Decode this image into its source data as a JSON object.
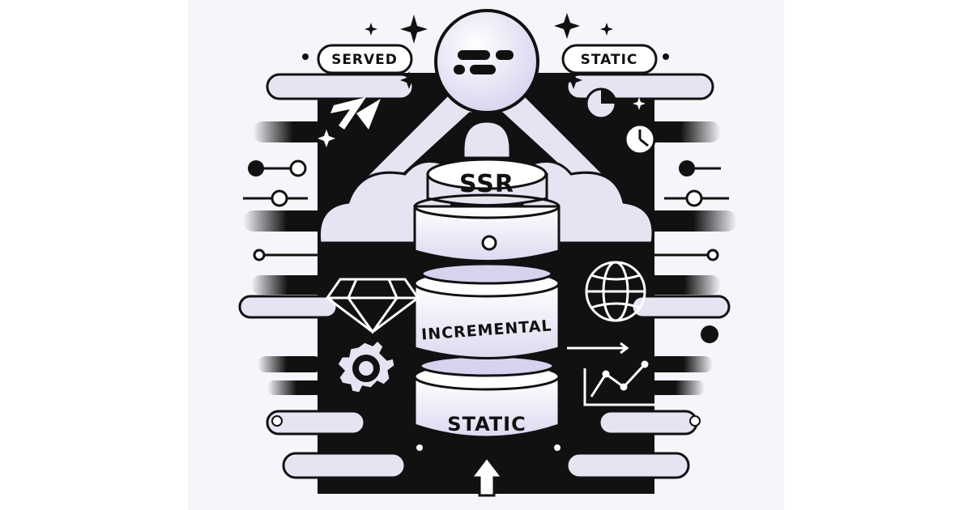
{
  "labels": {
    "served": "SERVED",
    "static_pill": "STATIC",
    "ssr": "SSR",
    "incremental": "INCREMENTAL",
    "static_base": "STATIC"
  },
  "colors": {
    "ink": "#111111",
    "lavender": "#e6e4f3",
    "paper": "#ffffff",
    "accent_blue": "#c9c6e6"
  },
  "icons": [
    "sparkle-icon",
    "code-icon",
    "lightning-logo-icon",
    "pie-chart-icon",
    "clock-icon",
    "diamond-icon",
    "globe-icon",
    "gear-icon",
    "line-chart-icon",
    "upload-arrow-icon",
    "cloud-icon"
  ]
}
